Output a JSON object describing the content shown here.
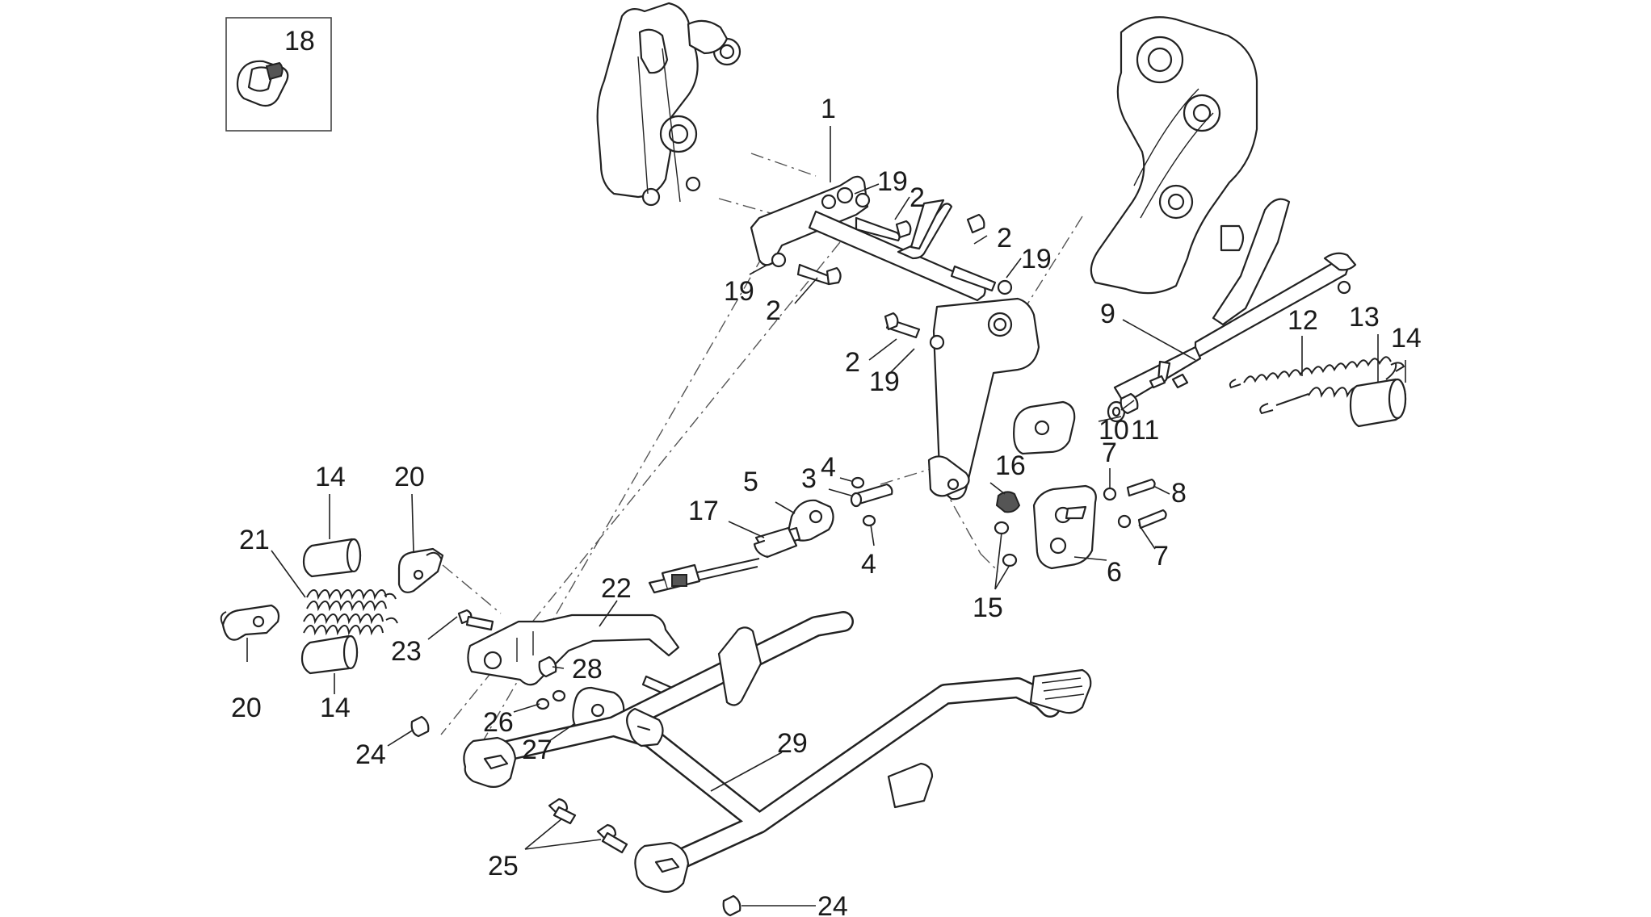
{
  "diagram": {
    "callouts": [
      "1",
      "2",
      "3",
      "4",
      "5",
      "6",
      "7",
      "8",
      "9",
      "10",
      "11",
      "12",
      "13",
      "14",
      "15",
      "16",
      "17",
      "18",
      "19",
      "20",
      "21",
      "22",
      "23",
      "24",
      "25",
      "26",
      "27",
      "28",
      "29"
    ],
    "inset_label": "18"
  }
}
